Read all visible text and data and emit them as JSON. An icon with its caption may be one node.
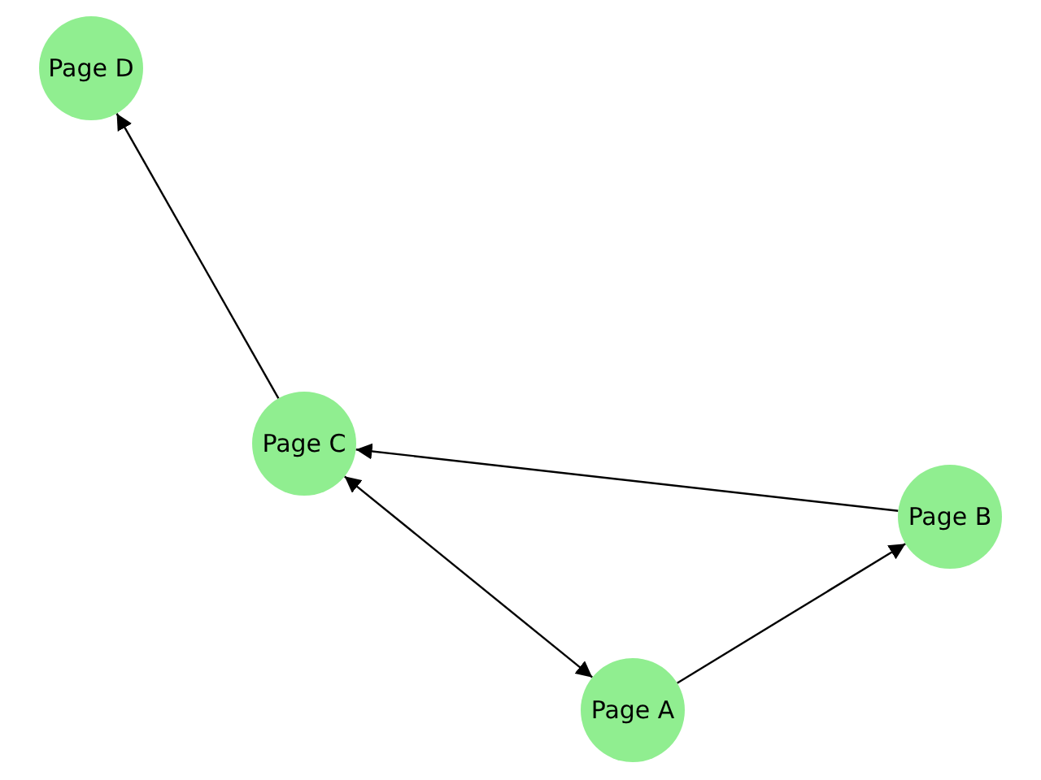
{
  "diagram": {
    "nodes": [
      {
        "text": [
          "Page D"
        ]
      },
      {
        "text": [
          "Page C"
        ]
      },
      {
        "text": [
          "Page B"
        ]
      },
      {
        "text": [
          "Page A"
        ]
      }
    ],
    "edges": [
      {
        "from": 1,
        "to": 0,
        "arrow": "to"
      },
      {
        "from": 2,
        "to": 1,
        "arrow": "to"
      },
      {
        "from": 3,
        "to": 1,
        "arrow": "both"
      },
      {
        "from": 3,
        "to": 2,
        "arrow": "to"
      }
    ]
  }
}
